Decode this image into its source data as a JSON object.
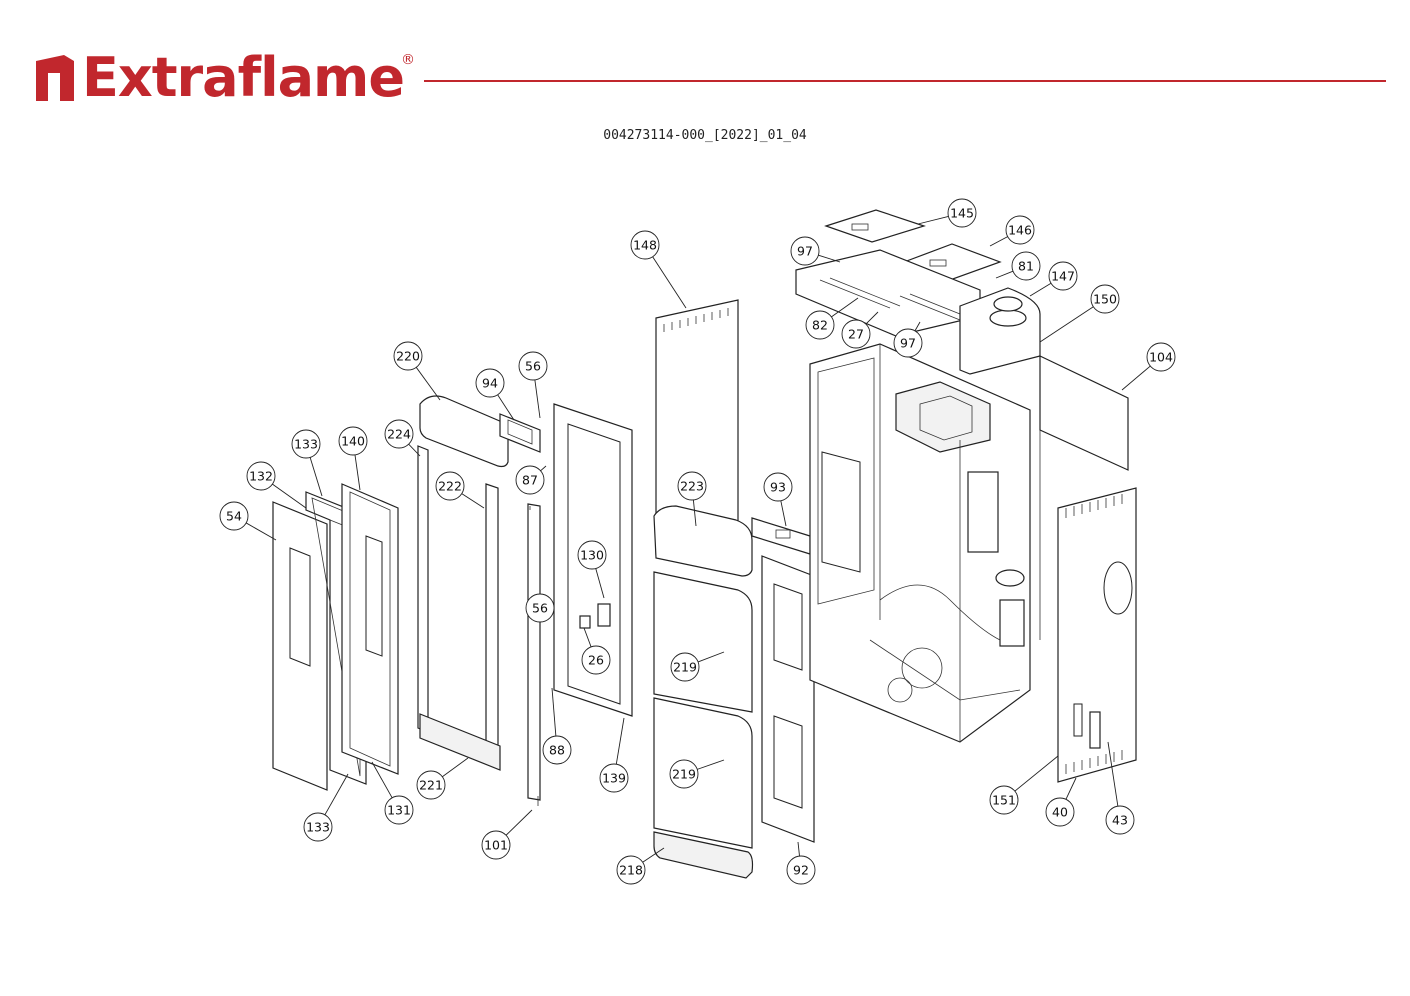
{
  "brand": {
    "name": "Extraflame",
    "registered_mark": "®",
    "color": "#c1272d"
  },
  "document": {
    "code": "004273114-000_[2022]_01_04"
  },
  "diagram": {
    "title": "Exploded parts view - pellet stove",
    "callouts": [
      {
        "label": "145"
      },
      {
        "label": "146"
      },
      {
        "label": "97"
      },
      {
        "label": "81"
      },
      {
        "label": "147"
      },
      {
        "label": "150"
      },
      {
        "label": "148"
      },
      {
        "label": "82"
      },
      {
        "label": "27"
      },
      {
        "label": "97"
      },
      {
        "label": "104"
      },
      {
        "label": "220"
      },
      {
        "label": "94"
      },
      {
        "label": "56"
      },
      {
        "label": "133"
      },
      {
        "label": "140"
      },
      {
        "label": "224"
      },
      {
        "label": "132"
      },
      {
        "label": "222"
      },
      {
        "label": "87"
      },
      {
        "label": "223"
      },
      {
        "label": "93"
      },
      {
        "label": "54"
      },
      {
        "label": "130"
      },
      {
        "label": "56"
      },
      {
        "label": "26"
      },
      {
        "label": "219"
      },
      {
        "label": "88"
      },
      {
        "label": "221"
      },
      {
        "label": "139"
      },
      {
        "label": "219"
      },
      {
        "label": "151"
      },
      {
        "label": "131"
      },
      {
        "label": "40"
      },
      {
        "label": "43"
      },
      {
        "label": "133"
      },
      {
        "label": "101"
      },
      {
        "label": "218"
      },
      {
        "label": "92"
      }
    ]
  }
}
